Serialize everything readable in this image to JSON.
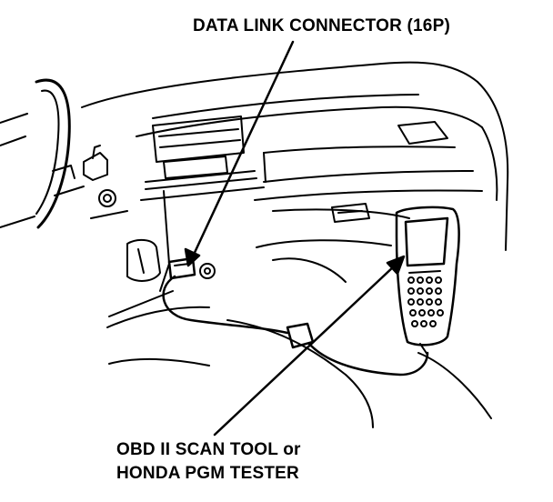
{
  "labels": {
    "connector": "DATA LINK CONNECTOR (16P)",
    "tool_line1": "OBD II SCAN TOOL or",
    "tool_line2": "HONDA PGM TESTER"
  },
  "colors": {
    "ink": "#000000",
    "paper": "#ffffff"
  }
}
